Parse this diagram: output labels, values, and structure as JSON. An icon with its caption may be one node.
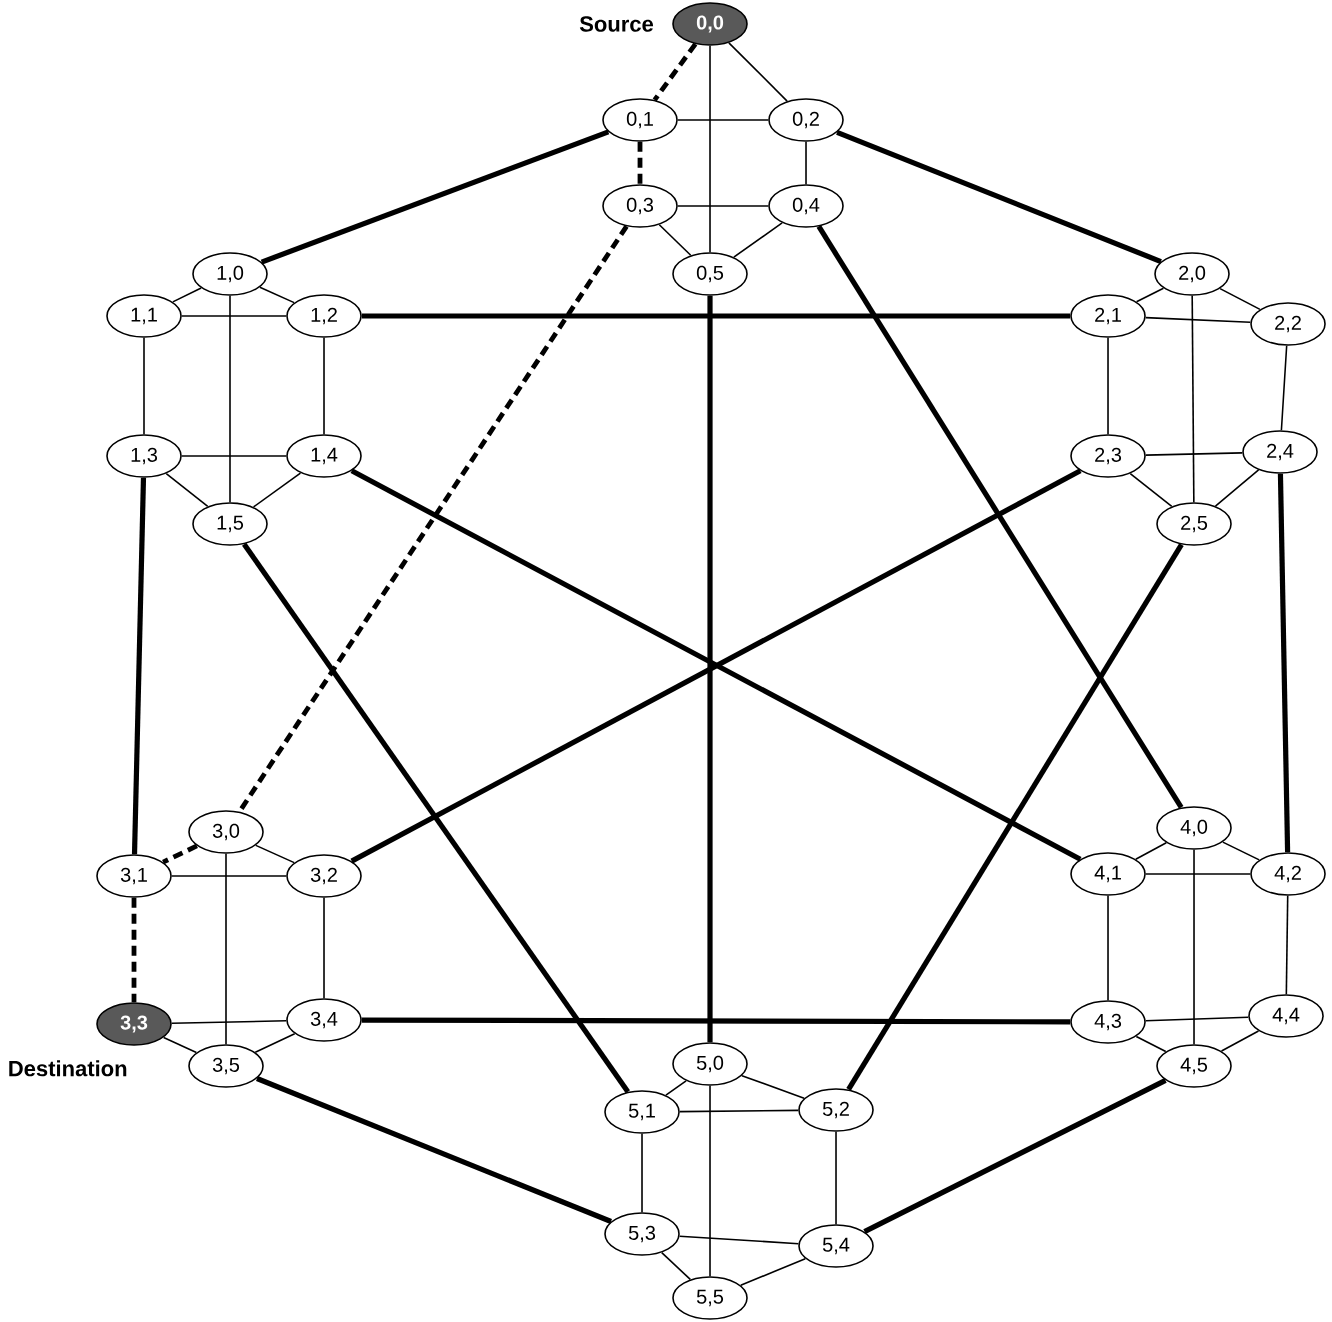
{
  "diagram": {
    "nodes": [
      {
        "text": [
          "0,0"
        ],
        "beside": [
          "Source"
        ]
      },
      {
        "text": [
          "0,1"
        ]
      },
      {
        "text": [
          "0,2"
        ]
      },
      {
        "text": [
          "0,3"
        ]
      },
      {
        "text": [
          "0,4"
        ]
      },
      {
        "text": [
          "0,5"
        ]
      },
      {
        "text": [
          "1,0"
        ]
      },
      {
        "text": [
          "1,1"
        ]
      },
      {
        "text": [
          "1,2"
        ]
      },
      {
        "text": [
          "1,3"
        ]
      },
      {
        "text": [
          "1,4"
        ]
      },
      {
        "text": [
          "1,5"
        ]
      },
      {
        "text": [
          "2,0"
        ]
      },
      {
        "text": [
          "2,1"
        ]
      },
      {
        "text": [
          "2,2"
        ]
      },
      {
        "text": [
          "2,3"
        ]
      },
      {
        "text": [
          "2,4"
        ]
      },
      {
        "text": [
          "2,5"
        ]
      },
      {
        "text": [
          "3,0"
        ]
      },
      {
        "text": [
          "3,1"
        ]
      },
      {
        "text": [
          "3,2"
        ]
      },
      {
        "text": [
          "3,3"
        ],
        "beside": [
          "Destination"
        ]
      },
      {
        "text": [
          "3,4"
        ]
      },
      {
        "text": [
          "3,5"
        ]
      },
      {
        "text": [
          "4,0"
        ]
      },
      {
        "text": [
          "4,1"
        ]
      },
      {
        "text": [
          "4,2"
        ]
      },
      {
        "text": [
          "4,3"
        ]
      },
      {
        "text": [
          "4,4"
        ]
      },
      {
        "text": [
          "4,5"
        ]
      },
      {
        "text": [
          "5,0"
        ]
      },
      {
        "text": [
          "5,1"
        ]
      },
      {
        "text": [
          "5,2"
        ]
      },
      {
        "text": [
          "5,3"
        ]
      },
      {
        "text": [
          "5,4"
        ]
      },
      {
        "text": [
          "5,5"
        ]
      }
    ],
    "edges": [
      {
        "from": 0,
        "to": 1,
        "arrow": "none",
        "style": "dashed"
      },
      {
        "from": 0,
        "to": 2,
        "arrow": "none"
      },
      {
        "from": 1,
        "to": 2,
        "arrow": "none"
      },
      {
        "from": 0,
        "to": 5,
        "arrow": "none"
      },
      {
        "from": 1,
        "to": 3,
        "arrow": "none",
        "style": "dashed"
      },
      {
        "from": 2,
        "to": 4,
        "arrow": "none"
      },
      {
        "from": 3,
        "to": 4,
        "arrow": "none"
      },
      {
        "from": 3,
        "to": 5,
        "arrow": "none"
      },
      {
        "from": 4,
        "to": 5,
        "arrow": "none"
      },
      {
        "from": 6,
        "to": 7,
        "arrow": "none"
      },
      {
        "from": 6,
        "to": 8,
        "arrow": "none"
      },
      {
        "from": 7,
        "to": 8,
        "arrow": "none"
      },
      {
        "from": 6,
        "to": 11,
        "arrow": "none"
      },
      {
        "from": 7,
        "to": 9,
        "arrow": "none"
      },
      {
        "from": 8,
        "to": 10,
        "arrow": "none"
      },
      {
        "from": 9,
        "to": 10,
        "arrow": "none"
      },
      {
        "from": 9,
        "to": 11,
        "arrow": "none"
      },
      {
        "from": 10,
        "to": 11,
        "arrow": "none"
      },
      {
        "from": 12,
        "to": 13,
        "arrow": "none"
      },
      {
        "from": 12,
        "to": 14,
        "arrow": "none"
      },
      {
        "from": 13,
        "to": 14,
        "arrow": "none"
      },
      {
        "from": 12,
        "to": 17,
        "arrow": "none"
      },
      {
        "from": 13,
        "to": 15,
        "arrow": "none"
      },
      {
        "from": 14,
        "to": 16,
        "arrow": "none"
      },
      {
        "from": 15,
        "to": 16,
        "arrow": "none"
      },
      {
        "from": 15,
        "to": 17,
        "arrow": "none"
      },
      {
        "from": 16,
        "to": 17,
        "arrow": "none"
      },
      {
        "from": 18,
        "to": 19,
        "arrow": "none",
        "style": "dashed"
      },
      {
        "from": 18,
        "to": 20,
        "arrow": "none"
      },
      {
        "from": 19,
        "to": 20,
        "arrow": "none"
      },
      {
        "from": 18,
        "to": 23,
        "arrow": "none"
      },
      {
        "from": 19,
        "to": 21,
        "arrow": "none",
        "style": "dashed"
      },
      {
        "from": 20,
        "to": 22,
        "arrow": "none"
      },
      {
        "from": 21,
        "to": 22,
        "arrow": "none"
      },
      {
        "from": 21,
        "to": 23,
        "arrow": "none"
      },
      {
        "from": 22,
        "to": 23,
        "arrow": "none"
      },
      {
        "from": 24,
        "to": 25,
        "arrow": "none"
      },
      {
        "from": 24,
        "to": 26,
        "arrow": "none"
      },
      {
        "from": 25,
        "to": 26,
        "arrow": "none"
      },
      {
        "from": 24,
        "to": 29,
        "arrow": "none"
      },
      {
        "from": 25,
        "to": 27,
        "arrow": "none"
      },
      {
        "from": 26,
        "to": 28,
        "arrow": "none"
      },
      {
        "from": 27,
        "to": 28,
        "arrow": "none"
      },
      {
        "from": 27,
        "to": 29,
        "arrow": "none"
      },
      {
        "from": 28,
        "to": 29,
        "arrow": "none"
      },
      {
        "from": 30,
        "to": 31,
        "arrow": "none"
      },
      {
        "from": 30,
        "to": 32,
        "arrow": "none"
      },
      {
        "from": 31,
        "to": 32,
        "arrow": "none"
      },
      {
        "from": 30,
        "to": 35,
        "arrow": "none"
      },
      {
        "from": 31,
        "to": 33,
        "arrow": "none"
      },
      {
        "from": 32,
        "to": 34,
        "arrow": "none"
      },
      {
        "from": 33,
        "to": 34,
        "arrow": "none"
      },
      {
        "from": 33,
        "to": 35,
        "arrow": "none"
      },
      {
        "from": 34,
        "to": 35,
        "arrow": "none"
      },
      {
        "from": 1,
        "to": 6,
        "arrow": "none",
        "style": "thick"
      },
      {
        "from": 2,
        "to": 12,
        "arrow": "none",
        "style": "thick"
      },
      {
        "from": 3,
        "to": 18,
        "arrow": "none",
        "style": "dashed"
      },
      {
        "from": 4,
        "to": 24,
        "arrow": "none",
        "style": "thick"
      },
      {
        "from": 5,
        "to": 30,
        "arrow": "none",
        "style": "thick"
      },
      {
        "from": 8,
        "to": 13,
        "arrow": "none",
        "style": "thick"
      },
      {
        "from": 9,
        "to": 19,
        "arrow": "none",
        "style": "thick"
      },
      {
        "from": 10,
        "to": 25,
        "arrow": "none",
        "style": "thick"
      },
      {
        "from": 11,
        "to": 31,
        "arrow": "none",
        "style": "thick"
      },
      {
        "from": 15,
        "to": 20,
        "arrow": "none",
        "style": "thick"
      },
      {
        "from": 16,
        "to": 26,
        "arrow": "none",
        "style": "thick"
      },
      {
        "from": 17,
        "to": 32,
        "arrow": "none",
        "style": "thick"
      },
      {
        "from": 22,
        "to": 27,
        "arrow": "none",
        "style": "thick"
      },
      {
        "from": 23,
        "to": 33,
        "arrow": "none",
        "style": "thick"
      },
      {
        "from": 29,
        "to": 34,
        "arrow": "none",
        "style": "thick"
      }
    ]
  }
}
